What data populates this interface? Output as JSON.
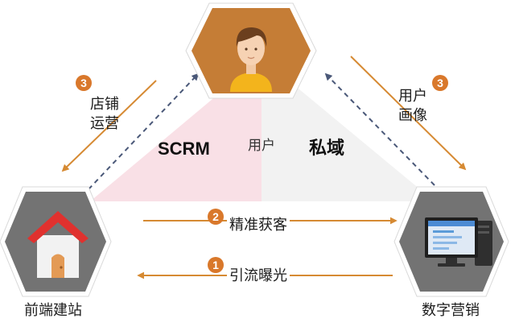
{
  "colors": {
    "accent": "#d68a33",
    "badge": "#d9782b",
    "left_region": "#f9e0e6",
    "right_region": "#f2f2f2",
    "hex_gray": "#737373",
    "hex_orange": "#c57d36",
    "dashed_arrow": "#4a5878",
    "roof": "#e0312e",
    "door": "#e39a55"
  },
  "center": {
    "left_title": "SCRM",
    "middle_label": "用户",
    "right_title": "私域"
  },
  "nodes": {
    "top": {
      "icon": "user-avatar-icon"
    },
    "left": {
      "label": "前端建站",
      "icon": "house-icon"
    },
    "right": {
      "label": "数字营销",
      "icon": "desktop-computer-icon"
    }
  },
  "flows": {
    "middle": {
      "badge": "2",
      "label": "精准获客"
    },
    "bottom": {
      "badge": "1",
      "label": "引流曝光"
    },
    "left_side": {
      "badge": "3",
      "line1": "店铺",
      "line2": "运营"
    },
    "right_side": {
      "badge": "3",
      "line1": "用户",
      "line2": "画像"
    }
  }
}
